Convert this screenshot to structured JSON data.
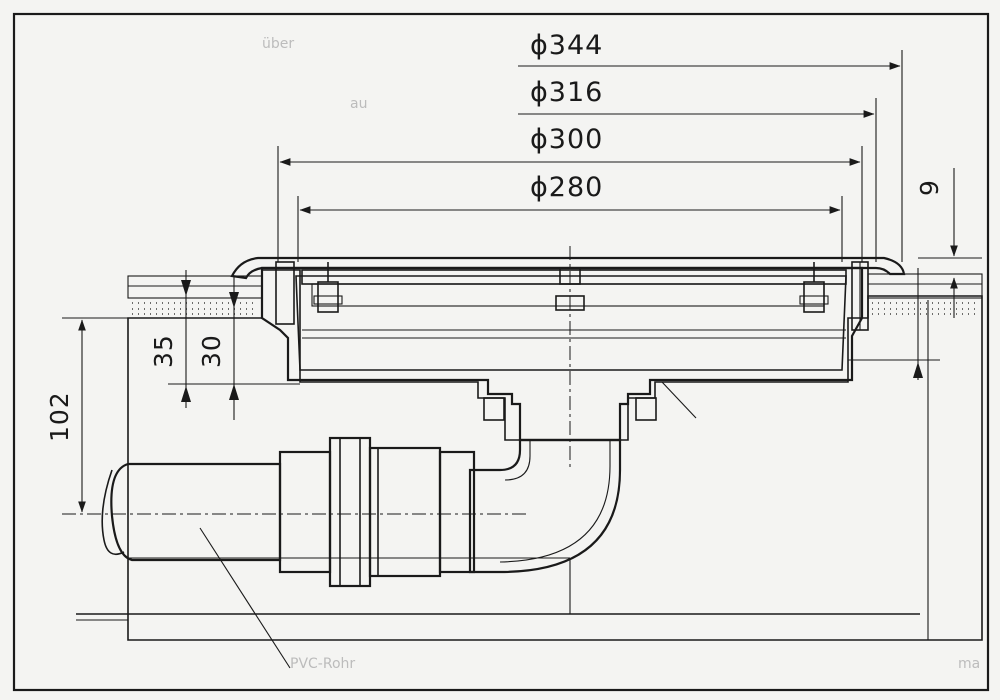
{
  "dimensions": {
    "d344": "ϕ344",
    "d316": "ϕ316",
    "d300": "ϕ300",
    "d280": "ϕ280",
    "h102": "102",
    "h35": "35",
    "h30": "30",
    "h9": "9"
  },
  "faint_labels": {
    "top_left": "über",
    "upper_mid": "au",
    "bottom_pipe": "PVC-Rohr",
    "bottom_right": "ma"
  },
  "colors": {
    "ink": "#1a1a1a",
    "paper": "#f4f4f2",
    "faint": "#bcbcbc"
  }
}
